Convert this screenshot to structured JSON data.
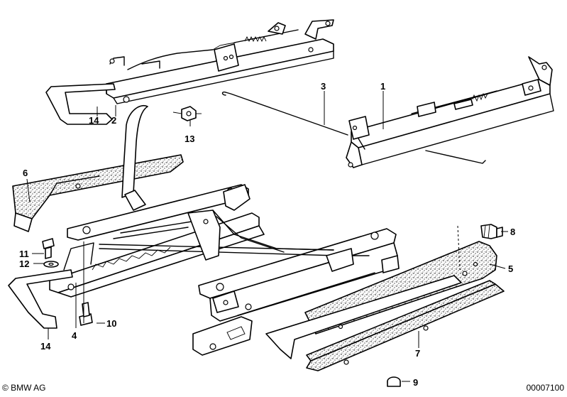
{
  "diagram": {
    "callouts": [
      {
        "id": "c1",
        "label": "1"
      },
      {
        "id": "c2",
        "label": "2"
      },
      {
        "id": "c3",
        "label": "3"
      },
      {
        "id": "c4",
        "label": "4"
      },
      {
        "id": "c5",
        "label": "5"
      },
      {
        "id": "c6",
        "label": "6"
      },
      {
        "id": "c7",
        "label": "7"
      },
      {
        "id": "c8",
        "label": "8"
      },
      {
        "id": "c9",
        "label": "9"
      },
      {
        "id": "c10",
        "label": "10"
      },
      {
        "id": "c11",
        "label": "11"
      },
      {
        "id": "c12",
        "label": "12"
      },
      {
        "id": "c13",
        "label": "13"
      },
      {
        "id": "c14a",
        "label": "14"
      },
      {
        "id": "c14b",
        "label": "14"
      }
    ]
  },
  "footer": {
    "copyright": "© BMW AG",
    "image_id": "00007100"
  }
}
